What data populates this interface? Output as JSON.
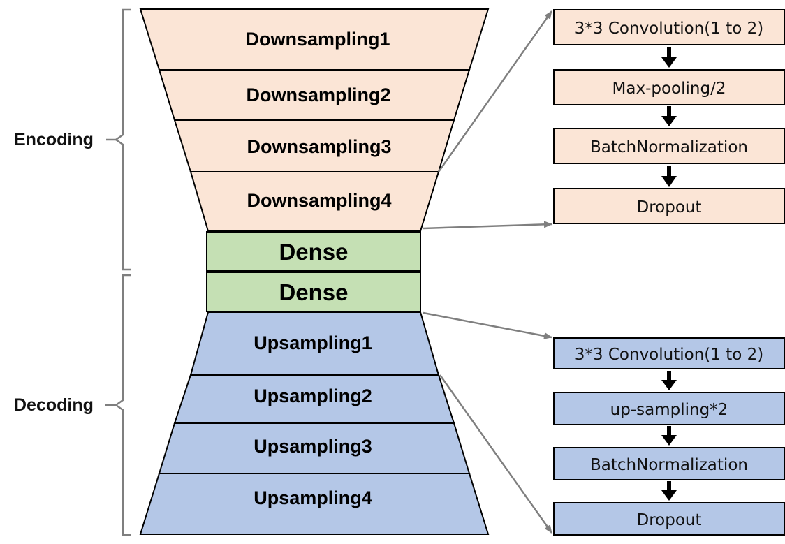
{
  "colors": {
    "encoder_fill": "#fbe5d6",
    "dense_fill": "#c5e0b4",
    "decoder_fill": "#b4c7e7",
    "stroke": "#000000",
    "connector": "#7f7f7f",
    "bracket": "#7f7f7f"
  },
  "side_labels": {
    "encoding": "Encoding",
    "decoding": "Decoding"
  },
  "encoder_layers": [
    "Downsampling1",
    "Downsampling2",
    "Downsampling3",
    "Downsampling4"
  ],
  "dense_layers": [
    "Dense",
    "Dense"
  ],
  "decoder_layers": [
    "Upsampling1",
    "Upsampling2",
    "Upsampling3",
    "Upsampling4"
  ],
  "encoder_block_steps": [
    "3*3 Convolution(1 to 2)",
    "Max-pooling/2",
    "BatchNormalization",
    "Dropout"
  ],
  "decoder_block_steps": [
    "3*3 Convolution(1 to 2)",
    "up-sampling*2",
    "BatchNormalization",
    "Dropout"
  ]
}
